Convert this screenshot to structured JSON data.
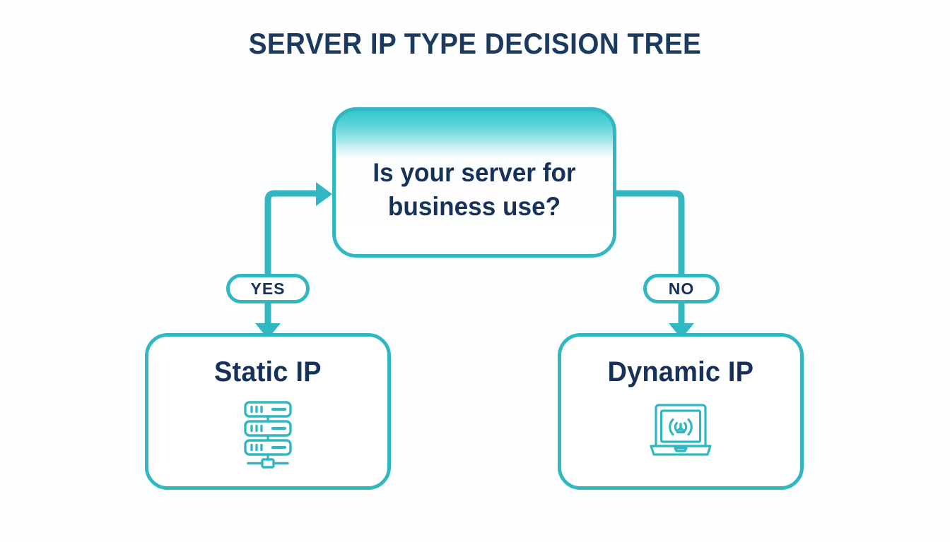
{
  "page": {
    "title": "SERVER IP TYPE DECISION TREE",
    "background_color": "#fdfeff",
    "accent_color": "#31b7c2",
    "accent_gradient_top": "#34c6cf",
    "text_color": "#16325a"
  },
  "decision": {
    "question": "Is your server for business use?",
    "node_type": "decision"
  },
  "branches": [
    {
      "label": "YES",
      "leads_to": "Static IP"
    },
    {
      "label": "NO",
      "leads_to": "Dynamic IP"
    }
  ],
  "outcomes": [
    {
      "label": "Static IP",
      "icon": "server-rack-icon",
      "branch": "YES"
    },
    {
      "label": "Dynamic IP",
      "icon": "laptop-signal-icon",
      "branch": "NO"
    }
  ]
}
